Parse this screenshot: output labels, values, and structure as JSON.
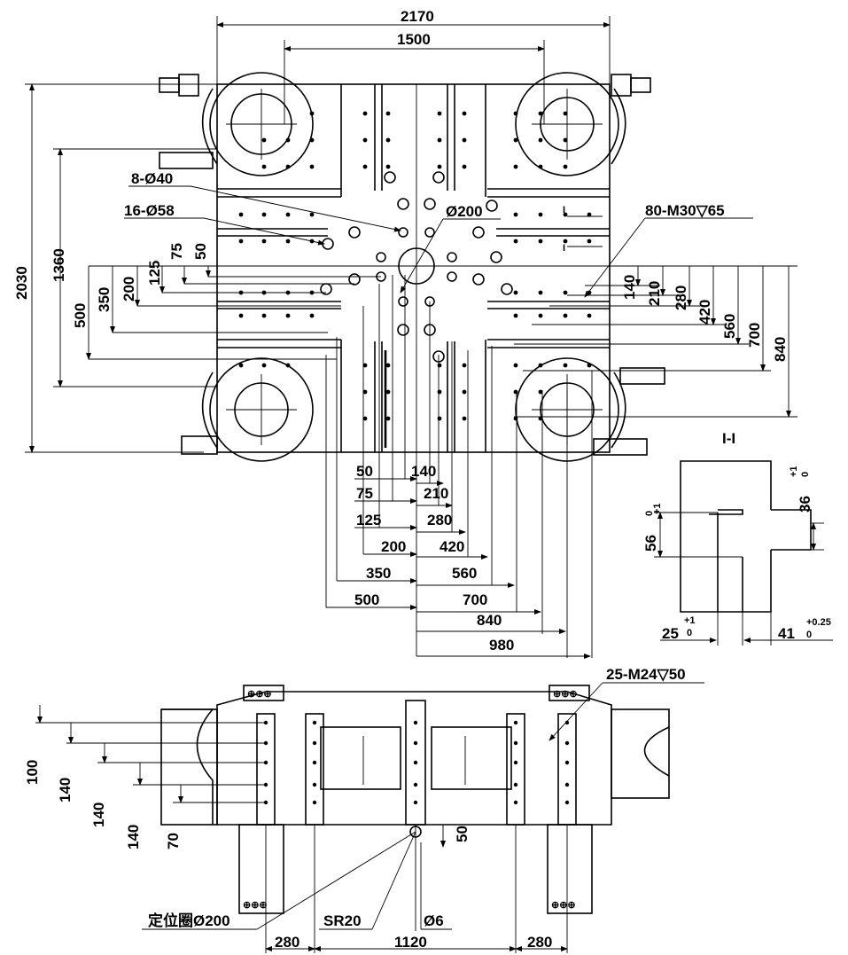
{
  "top_view": {
    "overall_width": "2170",
    "tie_bar_spacing_h": "1500",
    "overall_height": "2030",
    "tie_bar_spacing_v": "1360",
    "callouts": {
      "holes_8": "8-Ø40",
      "holes_16": "16-Ø58",
      "center_bore": "Ø200",
      "tapped_80": "80-M30▽65"
    },
    "left_dims": [
      "500",
      "350",
      "200",
      "125",
      "75",
      "50"
    ],
    "right_dims": [
      "140",
      "210",
      "280",
      "420",
      "560",
      "700",
      "840"
    ],
    "bottom_dims_left": [
      "50",
      "75",
      "125",
      "200",
      "350",
      "500"
    ],
    "bottom_dims_right": [
      "140",
      "210",
      "280",
      "420",
      "560",
      "700",
      "840",
      "980"
    ]
  },
  "section": {
    "label": "I-I",
    "dims": {
      "slot_width": "36",
      "slot_width_tol_upper": "+1",
      "slot_width_tol_lower": "0",
      "head_width": "56",
      "head_width_tol_upper": "+1",
      "head_width_tol_lower": "0",
      "depth_a": "25",
      "depth_a_tol_upper": "+1",
      "depth_a_tol_lower": "0",
      "depth_b": "41",
      "depth_b_tol_upper": "+0.25",
      "depth_b_tol_lower": "0"
    }
  },
  "side_view": {
    "tapped_25": "25-M24▽50",
    "left_dims": [
      "100",
      "140",
      "140",
      "140",
      "70"
    ],
    "dim_50": "50",
    "locating_ring": "定位圈Ø200",
    "sphere": "SR20",
    "pin": "Ø6",
    "bottom_dims": [
      "280",
      "1120",
      "280"
    ]
  }
}
